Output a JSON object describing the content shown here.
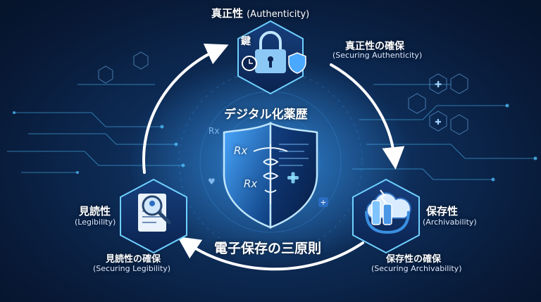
{
  "authenticity": {
    "title_jp": "真正性",
    "title_en": "(Authenticity)",
    "badge": "鍵",
    "securing_jp": "真正性の確保",
    "securing_en": "(Securing Authenticity)"
  },
  "center": {
    "title": "デジタル化薬歴",
    "rx": "Rx"
  },
  "legibility": {
    "title_jp": "見読性",
    "title_en": "(Legibility)",
    "securing_jp": "見読性の確保",
    "securing_en": "(Securing Legibility)"
  },
  "archivability": {
    "title_jp": "保存性",
    "title_en": "(Archivability)",
    "securing_jp": "保存性の確保",
    "securing_en": "(Securing Archivability)"
  },
  "bottom_title": "電子保存の三原則",
  "colors": {
    "background": "#0a2148",
    "accent": "#4fc3ff",
    "glow": "#8fe0ff"
  },
  "icons": [
    "padlock-icon",
    "clock-icon",
    "shield-icon",
    "document-icon",
    "magnifier-icon",
    "cloud-icon",
    "server-icon",
    "caduceus-icon",
    "medical-cross-icon"
  ]
}
